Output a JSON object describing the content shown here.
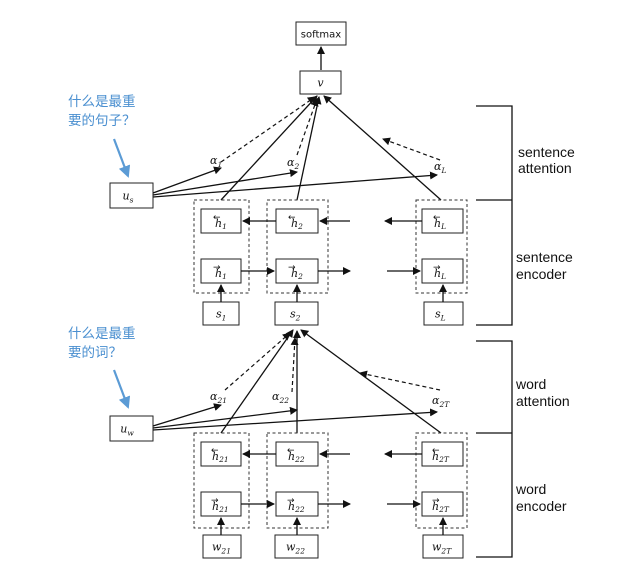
{
  "top_box": "softmax",
  "v_label": "v",
  "questions": {
    "sentence": [
      "什么是最重",
      "要的句子？"
    ],
    "word": [
      "什么是最重",
      "要的词？"
    ]
  },
  "side_labels": {
    "sentence_attention": [
      "sentence",
      "attention"
    ],
    "sentence_encoder": [
      "sentence",
      "encoder"
    ],
    "word_attention": [
      "word",
      "attention"
    ],
    "word_encoder": [
      "word",
      "encoder"
    ]
  },
  "sentence_level": {
    "context": {
      "sym": "u",
      "sub": "s"
    },
    "alphas": [
      {
        "sym": "α",
        "sub": "1"
      },
      {
        "sym": "α",
        "sub": "2"
      },
      {
        "sym": "α",
        "sub": "L"
      }
    ],
    "backward": [
      {
        "sub": "1"
      },
      {
        "sub": "2"
      },
      {
        "sub": "L"
      }
    ],
    "forward": [
      {
        "sub": "1"
      },
      {
        "sub": "2"
      },
      {
        "sub": "L"
      }
    ],
    "inputs": [
      {
        "sym": "s",
        "sub": "1"
      },
      {
        "sym": "s",
        "sub": "2"
      },
      {
        "sym": "s",
        "sub": "L"
      }
    ]
  },
  "word_level": {
    "context": {
      "sym": "u",
      "sub": "w"
    },
    "alphas": [
      {
        "sym": "α",
        "sub": "21"
      },
      {
        "sym": "α",
        "sub": "22"
      },
      {
        "sym": "α",
        "sub": "2T"
      }
    ],
    "backward": [
      {
        "sub": "21"
      },
      {
        "sub": "22"
      },
      {
        "sub": "2T"
      }
    ],
    "forward": [
      {
        "sub": "21"
      },
      {
        "sub": "22"
      },
      {
        "sub": "2T"
      }
    ],
    "inputs": [
      {
        "sym": "w",
        "sub": "21"
      },
      {
        "sym": "w",
        "sub": "22"
      },
      {
        "sym": "w",
        "sub": "2T"
      }
    ]
  },
  "colors": {
    "question": "#4a8fd0",
    "lines": "#111111"
  }
}
